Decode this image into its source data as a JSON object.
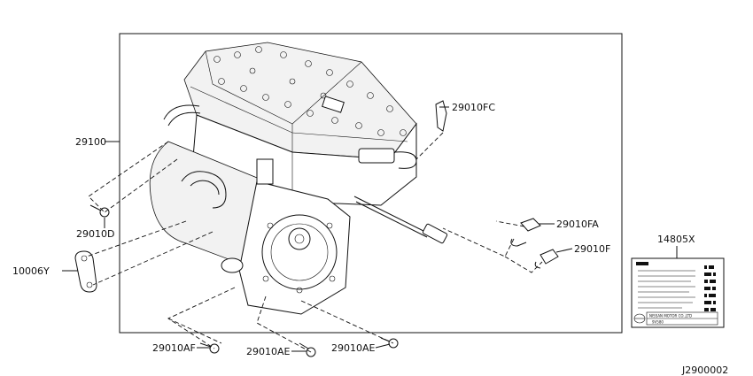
{
  "callouts": {
    "assembly": "29100",
    "clip_fc": "29010FC",
    "clip_fa": "29010FA",
    "clip_f": "29010F",
    "bolt_d": "29010D",
    "bracket": "10006Y",
    "bolt_af": "29010AF",
    "bolt_ae_1": "29010AE",
    "bolt_ae_2": "29010AE",
    "label_part": "14805X"
  },
  "caution_label": {
    "line_brand": "NISSAN MOTOR CO.,LTD",
    "line_code": "9V580"
  },
  "diagram_code": "J2900002"
}
